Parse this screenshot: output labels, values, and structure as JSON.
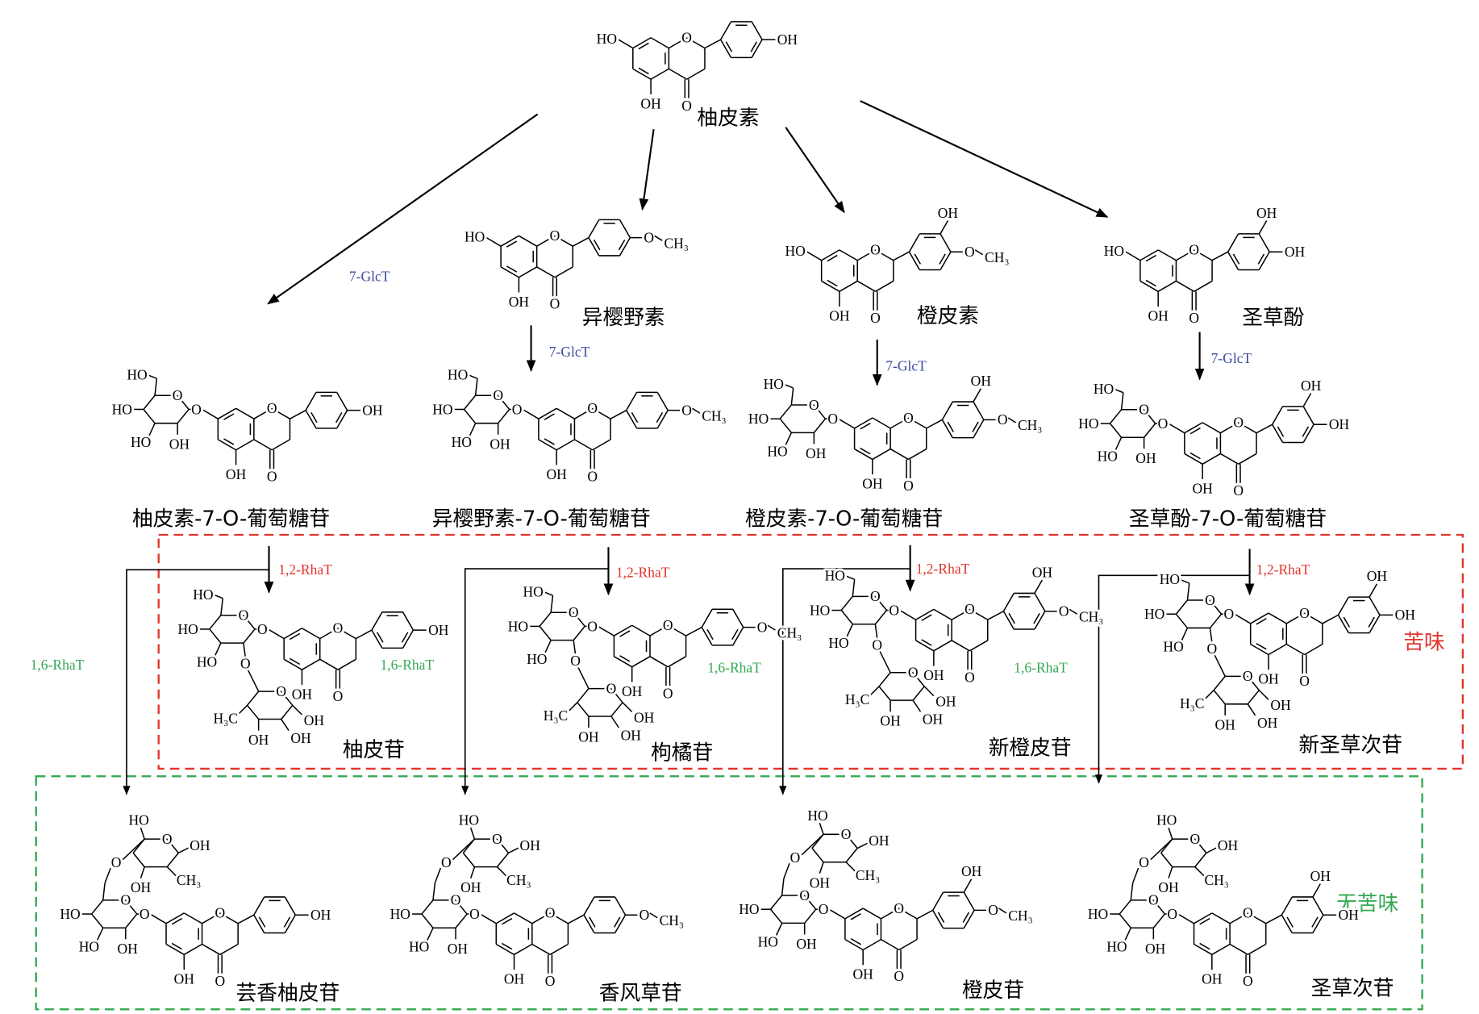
{
  "atoms": {
    "oh": "OH",
    "ho": "HO",
    "o": "O",
    "ch3": "CH₃",
    "h3c": "H₃C"
  },
  "compounds": {
    "naringenin": "柚皮素",
    "isosakuranetin": "异樱野素",
    "hesperetin": "橙皮素",
    "eriodictyol": "圣草酚",
    "naringenin_glc": "柚皮素-7-O-葡萄糖苷",
    "isosakuranetin_glc": "异樱野素-7-O-葡萄糖苷",
    "hesperetin_glc": "橙皮素-7-O-葡萄糖苷",
    "eriodictyol_glc": "圣草酚-7-O-葡萄糖苷",
    "naringin": "柚皮苷",
    "poncirin": "枸橘苷",
    "neohesperidin": "新橙皮苷",
    "neoeriocitrin": "新圣草次苷",
    "narirutin": "芸香柚皮苷",
    "didymin": "香风草苷",
    "hesperidin": "橙皮苷",
    "eriocitrin": "圣草次苷"
  },
  "enzymes": {
    "glct": "7-GlcT",
    "rha12": "1,2-RhaT",
    "rha16": "1,6-RhaT"
  },
  "taste": {
    "bitter": "苦味",
    "nonbitter": "无苦味"
  },
  "colors": {
    "glct": "#3b4a9c",
    "rha12": "#e0352b",
    "rha16": "#35a853",
    "bitter_box": "#e0352b",
    "nonbitter_box": "#35a853"
  }
}
